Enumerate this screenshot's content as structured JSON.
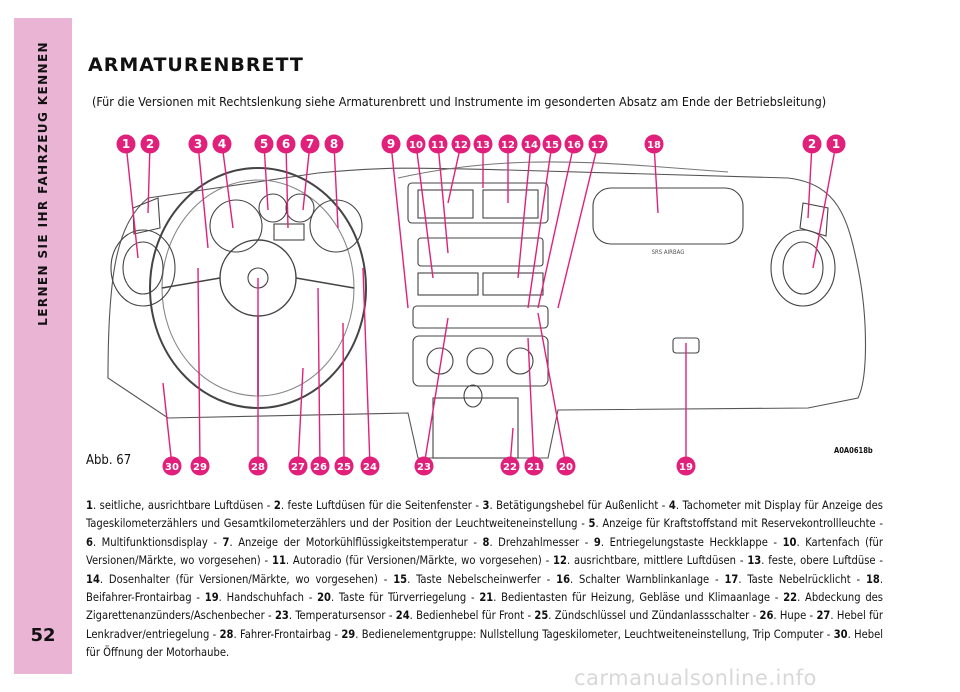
{
  "sidebar": {
    "section_title": "LERNEN SIE IHR FAHRZEUG KENNEN",
    "page_number": "52"
  },
  "heading": "ARMATURENBRETT",
  "subtitle": "(Für die Versionen mit Rechtslenkung siehe Armaturenbrett und Instrumente im gesonderten Absatz am Ende der Betriebsleitung)",
  "figure": {
    "label": "Abb. 67",
    "code": "A0A0618b",
    "airbag_text": "SRS AIRBAG",
    "top_callouts": [
      "1",
      "2",
      "3",
      "4",
      "5",
      "6",
      "7",
      "8",
      "9",
      "10",
      "11",
      "12",
      "13",
      "12",
      "14",
      "15",
      "16",
      "17",
      "18",
      "2",
      "1"
    ],
    "bottom_callouts": [
      "30",
      "29",
      "28",
      "27",
      "26",
      "25",
      "24",
      "23",
      "22",
      "21",
      "20",
      "19"
    ],
    "accent_color": "#e0207a"
  },
  "caption": [
    {
      "n": "1",
      "t": ". seitliche, ausrichtbare Luftdüsen - "
    },
    {
      "n": "2",
      "t": ". feste Luftdüsen für die Seitenfenster - "
    },
    {
      "n": "3",
      "t": ". Betätigungshebel für Außenlicht - "
    },
    {
      "n": "4",
      "t": ". Tachometer mit Display für Anzeige des Tageskilometerzählers und Gesamtkilometerzählers und der Position der Leuchtweiteneinstellung - "
    },
    {
      "n": "5",
      "t": ". Anzeige für Kraftstoffstand mit Reservekontrollleuchte - "
    },
    {
      "n": "6",
      "t": ". Multifunktionsdisplay - "
    },
    {
      "n": "7",
      "t": ". Anzeige der Motorkühlflüssigkeitstemperatur - "
    },
    {
      "n": "8",
      "t": ". Drehzahlmesser - "
    },
    {
      "n": "9",
      "t": ". Entriegelungstaste Heckklappe - "
    },
    {
      "n": "10",
      "t": ". Kartenfach (für Versionen/Märkte, wo vorgesehen) - "
    },
    {
      "n": "11",
      "t": ". Autoradio (für Versionen/Märkte, wo vorgesehen) - "
    },
    {
      "n": "12",
      "t": ". ausrichtbare, mittlere Luftdüsen - "
    },
    {
      "n": "13",
      "t": ". feste, obere Luftdüse - "
    },
    {
      "n": "14",
      "t": ". Dosenhalter (für Versionen/Märkte, wo vorgesehen) - "
    },
    {
      "n": "15",
      "t": ". Taste Nebelscheinwerfer - "
    },
    {
      "n": "16",
      "t": ". Schalter Warnblinkanlage - "
    },
    {
      "n": "17",
      "t": ". Taste Nebelrücklicht - "
    },
    {
      "n": "18",
      "t": ". Beifahrer-Frontairbag - "
    },
    {
      "n": "19",
      "t": ". Handschuhfach - "
    },
    {
      "n": "20",
      "t": ". Taste für Türverriegelung - "
    },
    {
      "n": "21",
      "t": ". Bedientasten für Heizung, Gebläse und Klimaanlage - "
    },
    {
      "n": "22",
      "t": ". Abdeckung des Zigarettenanzünders/Aschenbecher - "
    },
    {
      "n": "23",
      "t": ". Temperatursensor - "
    },
    {
      "n": "24",
      "t": ". Bedienhebel für Front - "
    },
    {
      "n": "25",
      "t": ". Zündschlüssel und Zündanlassschalter - "
    },
    {
      "n": "26",
      "t": ". Hupe - "
    },
    {
      "n": "27",
      "t": ". Hebel für Lenkradver/entriegelung - "
    },
    {
      "n": "28",
      "t": ". Fahrer-Frontairbag - "
    },
    {
      "n": "29",
      "t": ". Bedienelementgruppe: Nullstellung Tageskilometer, Leuchtweiteneinstellung, Trip Computer - "
    },
    {
      "n": "30",
      "t": ". Hebel für Öffnung der Motorhaube."
    }
  ],
  "watermark": "carmanualsonline.info"
}
